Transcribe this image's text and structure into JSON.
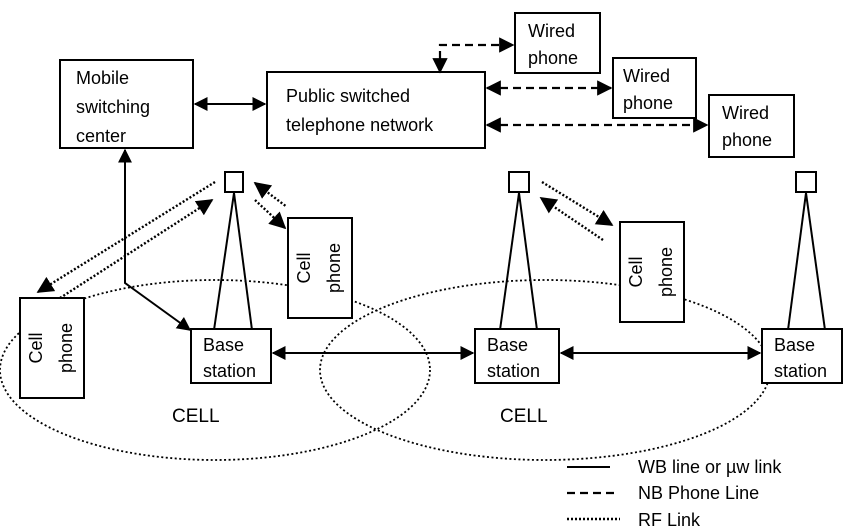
{
  "nodes": {
    "msc": [
      "Mobile",
      "switching",
      "center"
    ],
    "pstn": [
      "Public switched",
      "telephone network"
    ],
    "wired_phone": [
      "Wired",
      "phone"
    ],
    "cell_phone": [
      "Cell",
      "phone"
    ],
    "base_station": [
      "Base",
      "station"
    ]
  },
  "cells": [
    "CELL",
    "CELL"
  ],
  "legend": {
    "wb_link": "WB line or  µw link",
    "nb_line": "NB Phone Line",
    "rf_link": "RF Link"
  }
}
